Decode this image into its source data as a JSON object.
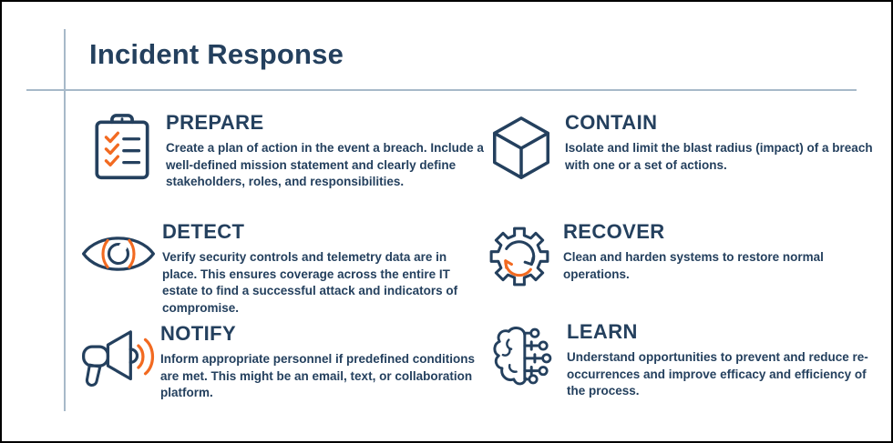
{
  "colors": {
    "navy": "#24405e",
    "orange": "#f26a21",
    "divider": "#a7b9c9",
    "background": "#ffffff",
    "frame": "#000000"
  },
  "header": {
    "title": "Incident Response"
  },
  "sections": [
    {
      "id": "prepare",
      "heading": "PREPARE",
      "icon": "checklist-clipboard-icon",
      "body": "Create a plan of action in the event a breach. Include a well-defined mission statement and clearly define stakeholders, roles, and responsibilities."
    },
    {
      "id": "detect",
      "heading": "DETECT",
      "icon": "eye-icon",
      "body": "Verify security controls and telemetry data are in place. This ensures coverage across the entire IT estate to find a successful attack and indicators of compromise."
    },
    {
      "id": "notify",
      "heading": "NOTIFY",
      "icon": "megaphone-icon",
      "body": "Inform appropriate personnel if predefined conditions are met. This might be an email, text, or collaboration platform."
    },
    {
      "id": "contain",
      "heading": "CONTAIN",
      "icon": "cube-icon",
      "body": "Isolate and limit the blast radius (impact) of a breach with one or a set of actions."
    },
    {
      "id": "recover",
      "heading": "RECOVER",
      "icon": "gear-refresh-icon",
      "body": "Clean and harden systems to restore normal operations."
    },
    {
      "id": "learn",
      "heading": "LEARN",
      "icon": "brain-circuit-icon",
      "body": "Understand opportunities to prevent and reduce re-occurrences and improve efficacy and efficiency of the process."
    }
  ]
}
